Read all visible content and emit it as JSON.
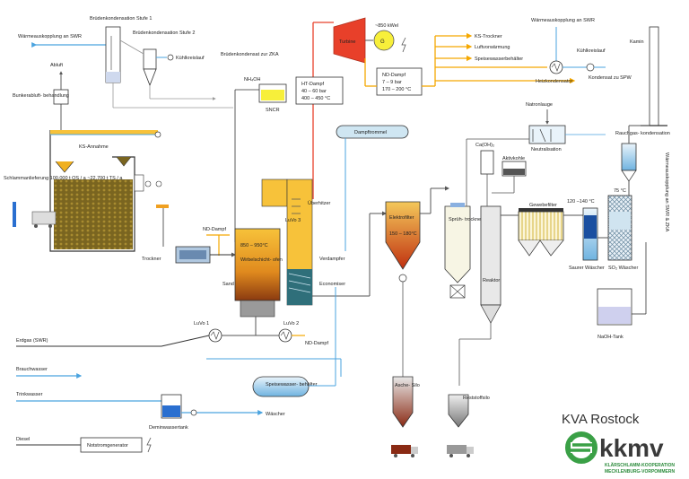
{
  "labels": {
    "waermeauskopplung_swr": "Wärmeauskopplung an SWR",
    "bruedenkond_stufe1": "Brüdenkondensation Stufe 1",
    "bruedenkond_stufe2": "Brüdenkondensation Stufe 2",
    "kuehlkreislauf_1": "Kühlkreislauf",
    "bruedenkondensat_zka": "Brüdenkondensat zur ZKA",
    "abluft": "Abluft",
    "bunkerabluft": "Bunkerabluft- behandlung",
    "ks_annahme": "KS-Annahme",
    "schlamm": "Schlammanlieferung 100.000 t OS / a ~22.700 t TS / a",
    "trockner": "Trockner",
    "nd_dampf_1": "ND-Dampf",
    "nh4oh": "NH₄OH",
    "sncr": "SNCR",
    "ht_dampf": "HT-Dampf",
    "ht_bar": "40 – 60 bar",
    "ht_temp": "400 – 450 °C",
    "turbine": "Turbine",
    "generator": "G",
    "power": "~850 kWel",
    "nd_dampf_box": "ND-Dampf",
    "nd_bar": "7 – 9 bar",
    "nd_temp": "170 – 200 °C",
    "ks_trockner": "KS-Trockner",
    "luftvorwaermung": "Luftvorwärmung",
    "speisewasserbehaelter_out": "Speisewasserbehälter",
    "waermeauskopplung_swr2": "Wärmeauskopplung an SWR",
    "kuehlkreislauf_2": "Kühlkreislauf",
    "heizkondensator": "Heizkondensator",
    "kondensat_spw": "Kondensat zu SPW",
    "kamin": "Kamin",
    "dampftrommel": "Dampftrommel",
    "ueberhitzer": "Überhitzer",
    "verdampfer": "Verdampfer",
    "economiser": "Economiser",
    "luvo3": "LuVo 3",
    "wirbelschicht": "Wirbelschicht- ofen",
    "ofen_temp": "850 – 950°C",
    "sand": "Sand",
    "luvo1": "LuVo 1",
    "luvo2": "LuVo 2",
    "nd_dampf_2": "ND-Dampf",
    "erdgas": "Erdgas (SWR)",
    "brauchwasser": "Brauchwasser",
    "trinkwasser": "Trinkwasser",
    "diesel": "Diesel",
    "deminwassertank": "Deminwassertank",
    "waescher": "Wäscher",
    "notstrom": "Notstromgenerator",
    "speisewasser": "Speisewasser- behälter",
    "elektrofilter": "Elektrofilter",
    "ef_temp": "150 – 180°C",
    "asche_silo": "Asche- Silo",
    "spruehtrockner": "Sprüh- trockner",
    "caoh2": "Ca(OH)₂",
    "aktivkohle": "Aktivkohle",
    "reaktor": "Reaktor",
    "reststoffsilo": "Reststoffsilo",
    "natronlauge": "Natronlauge",
    "neutralisation": "Neutralisation",
    "gewebefilter": "Gewebefilter",
    "temp_120": "120 –140 °C",
    "saurer_waescher": "Saurer Wäscher",
    "so2_waescher": "SO₂ Wäscher",
    "temp_75": "75 °C",
    "rauchgaskond": "Rauchgas- kondensation",
    "waermeausk_vert": "Wärmeauskopplung an SWR & ZKA",
    "naoh_tank": "NaOH-Tank",
    "title": "KVA Rostock",
    "logo_text": "kkmv",
    "logo_sub1": "KLÄRSCHLAMM-KOOPERATION",
    "logo_sub2": "MECKLENBURG-VORPOMMERN"
  },
  "colors": {
    "steam_ht": "#e8402a",
    "steam_nd": "#f5a800",
    "water": "#4aa3df",
    "gas": "#555555",
    "air": "#9a9a9a",
    "furnace": "#f0a020",
    "logo_green": "#3aa046"
  }
}
